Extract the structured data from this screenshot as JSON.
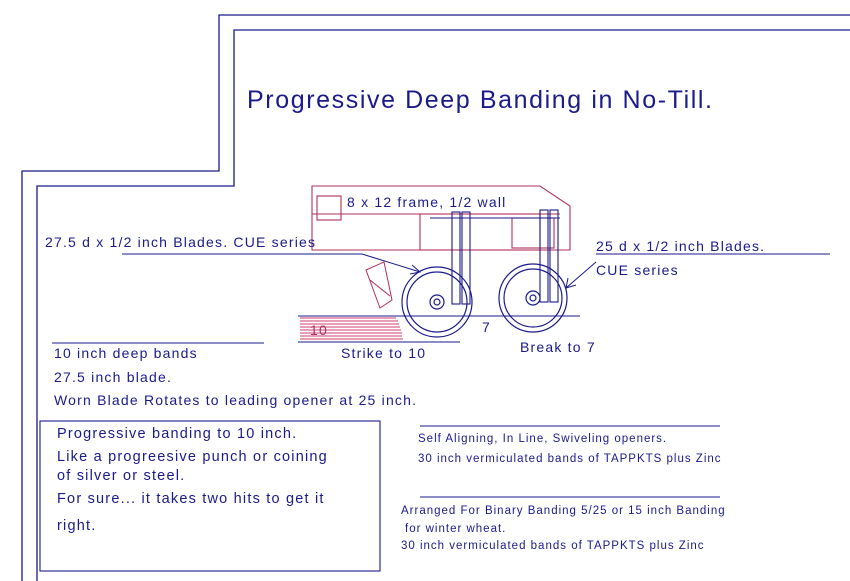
{
  "title": "Progressive Deep Banding in No-Till.",
  "labels": {
    "frame": "8 x 12 frame, 1/2 wall",
    "blades_left": "27.5 d x 1/2 inch Blades. CUE series",
    "blades_right_1": "25 d x 1/2 inch Blades.",
    "blades_right_2": "CUE series",
    "depth_10": "10",
    "depth_7": "7",
    "strike": "Strike to 10",
    "break": "Break to 7"
  },
  "notes": [
    "10 inch deep bands",
    "27.5 inch blade.",
    "Worn Blade Rotates to leading opener at 25 inch."
  ],
  "box_lines": [
    "Progressive banding to 10 inch.",
    "Like a progreesive punch or coining",
    "of silver or steel.",
    "For sure... it takes two hits to get it",
    "right."
  ],
  "right_notes_1": [
    "Self Aligning, In Line, Swiveling openers.",
    "30 inch vermiculated bands of TAPPKTS plus Zinc"
  ],
  "right_notes_2": [
    "Arranged For Binary Banding 5/25 or 15 inch Banding",
    "for winter wheat.",
    "30 inch vermiculated bands of TAPPKTS plus Zinc"
  ],
  "colors": {
    "ink": "#1a1a8c",
    "frame_outline": "#b0305a",
    "band": "#d23c6e",
    "background": "#ffffff"
  }
}
